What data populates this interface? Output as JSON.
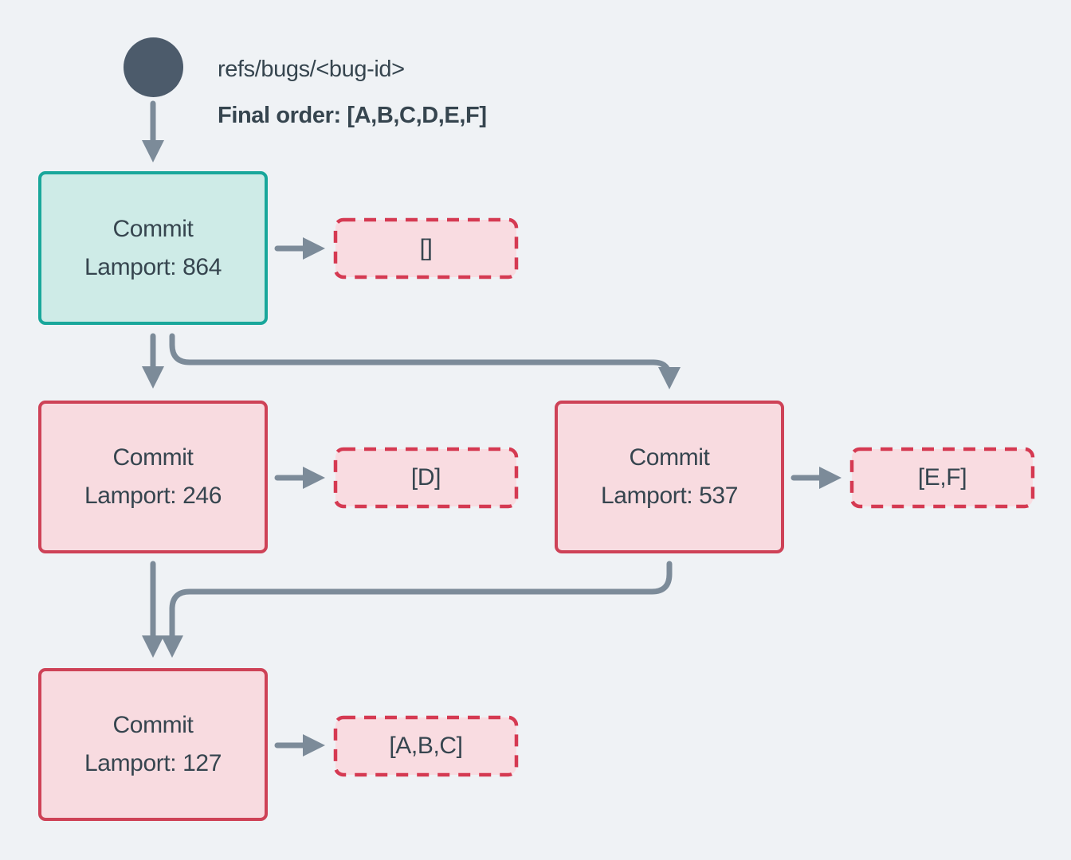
{
  "header": {
    "ref_name": "refs/bugs/<bug-id>",
    "final_order": "Final order: [A,B,C,D,E,F]"
  },
  "commits": [
    {
      "title": "Commit",
      "lamport_label": "Lamport: 864",
      "operations_label": "[]",
      "style": "head"
    },
    {
      "title": "Commit",
      "lamport_label": "Lamport: 246",
      "operations_label": "[D]",
      "style": "regular"
    },
    {
      "title": "Commit",
      "lamport_label": "Lamport: 537",
      "operations_label": "[E,F]",
      "style": "regular"
    },
    {
      "title": "Commit",
      "lamport_label": "Lamport: 127",
      "operations_label": "[A,B,C]",
      "style": "regular"
    }
  ],
  "edges": [
    {
      "from": "refs/bugs/<bug-id>",
      "to": "Lamport: 864"
    },
    {
      "from": "Lamport: 864",
      "to": "Lamport: 246"
    },
    {
      "from": "Lamport: 864",
      "to": "Lamport: 537"
    },
    {
      "from": "Lamport: 246",
      "to": "Lamport: 127"
    },
    {
      "from": "Lamport: 537",
      "to": "Lamport: 127"
    },
    {
      "from": "Lamport: 864",
      "to": "[]"
    },
    {
      "from": "Lamport: 246",
      "to": "[D]"
    },
    {
      "from": "Lamport: 537",
      "to": "[E,F]"
    },
    {
      "from": "Lamport: 127",
      "to": "[A,B,C]"
    }
  ],
  "colors": {
    "bg": "#eff2f5",
    "text": "#36454f",
    "circle-fill": "#4c5b6b",
    "arrow-color": "#7c8b99",
    "teal-fill": "#ceebe7",
    "teal-border": "#19a79b",
    "pink-fill": "#f8dbe0",
    "pink-border": "#ce4257",
    "dashed-border": "#d53a52",
    "dashed-fill": "#f9dce1"
  }
}
